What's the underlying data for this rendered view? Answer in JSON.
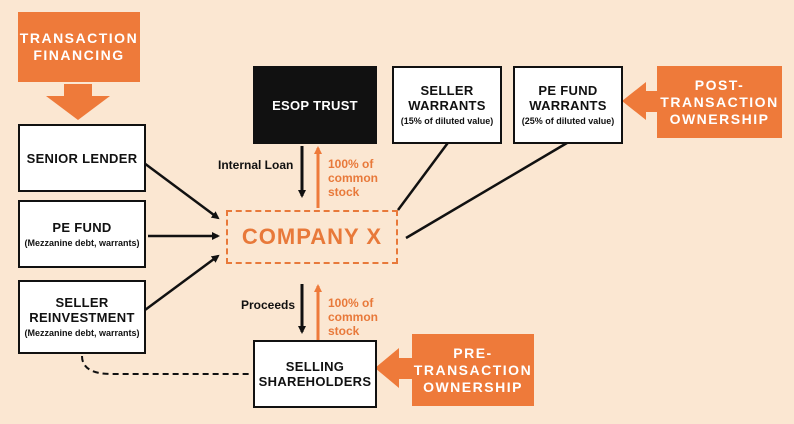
{
  "labels": {
    "transaction_financing": "TRANSACTION FINANCING",
    "post_transaction": "POST-TRANSACTION OWNERSHIP",
    "pre_transaction": "PRE-TRANSACTION OWNERSHIP"
  },
  "boxes": {
    "esop_trust": "ESOP TRUST",
    "seller_warrants": "SELLER WARRANTS",
    "seller_warrants_sub": "(15% of diluted value)",
    "pe_fund_warrants": "PE FUND WARRANTS",
    "pe_fund_warrants_sub": "(25% of diluted value)",
    "senior_lender": "SENIOR LENDER",
    "pe_fund": "PE FUND",
    "pe_fund_sub": "(Mezzanine debt, warrants)",
    "seller_reinvestment": "SELLER REINVESTMENT",
    "seller_reinvestment_sub": "(Mezzanine debt, warrants)",
    "selling_shareholders": "SELLING SHAREHOLDERS"
  },
  "company": "COMPANY X",
  "flows": {
    "internal_loan": "Internal Loan",
    "stock_top": "100% of common stock",
    "proceeds": "Proceeds",
    "stock_bottom": "100% of common stock"
  },
  "colors": {
    "accent": "#ee7a3a",
    "background": "#fbe7d2",
    "dark": "#111111"
  }
}
